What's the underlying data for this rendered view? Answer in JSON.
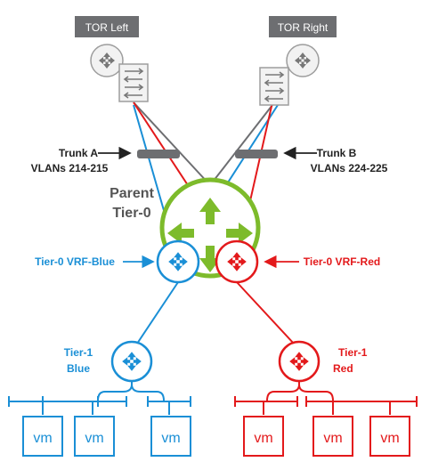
{
  "tor_left": {
    "label": "TOR Left"
  },
  "tor_right": {
    "label": "TOR Right"
  },
  "trunk_a": {
    "line1": "Trunk A",
    "line2": "VLANs 214-215"
  },
  "trunk_b": {
    "line1": "Trunk B",
    "line2": "VLANs 224-225"
  },
  "parent_tier0": {
    "line1": "Parent",
    "line2": "Tier-0"
  },
  "vrf_blue": {
    "label": "Tier-0 VRF-Blue",
    "color": "#1a8fd6"
  },
  "vrf_red": {
    "label": "Tier-0 VRF-Red",
    "color": "#e3191b"
  },
  "tier1_blue": {
    "line1": "Tier-1",
    "line2": "Blue"
  },
  "tier1_red": {
    "line1": "Tier-1",
    "line2": "Red"
  },
  "vm_label": "vm",
  "colors": {
    "blue": "#1a8fd6",
    "red": "#e3191b",
    "green": "#7dbb2b",
    "gray": "#6d6e71",
    "black": "#222222"
  },
  "icons": {
    "router": "router-icon",
    "switch": "switch-icon",
    "arrow": "arrow-icon"
  }
}
